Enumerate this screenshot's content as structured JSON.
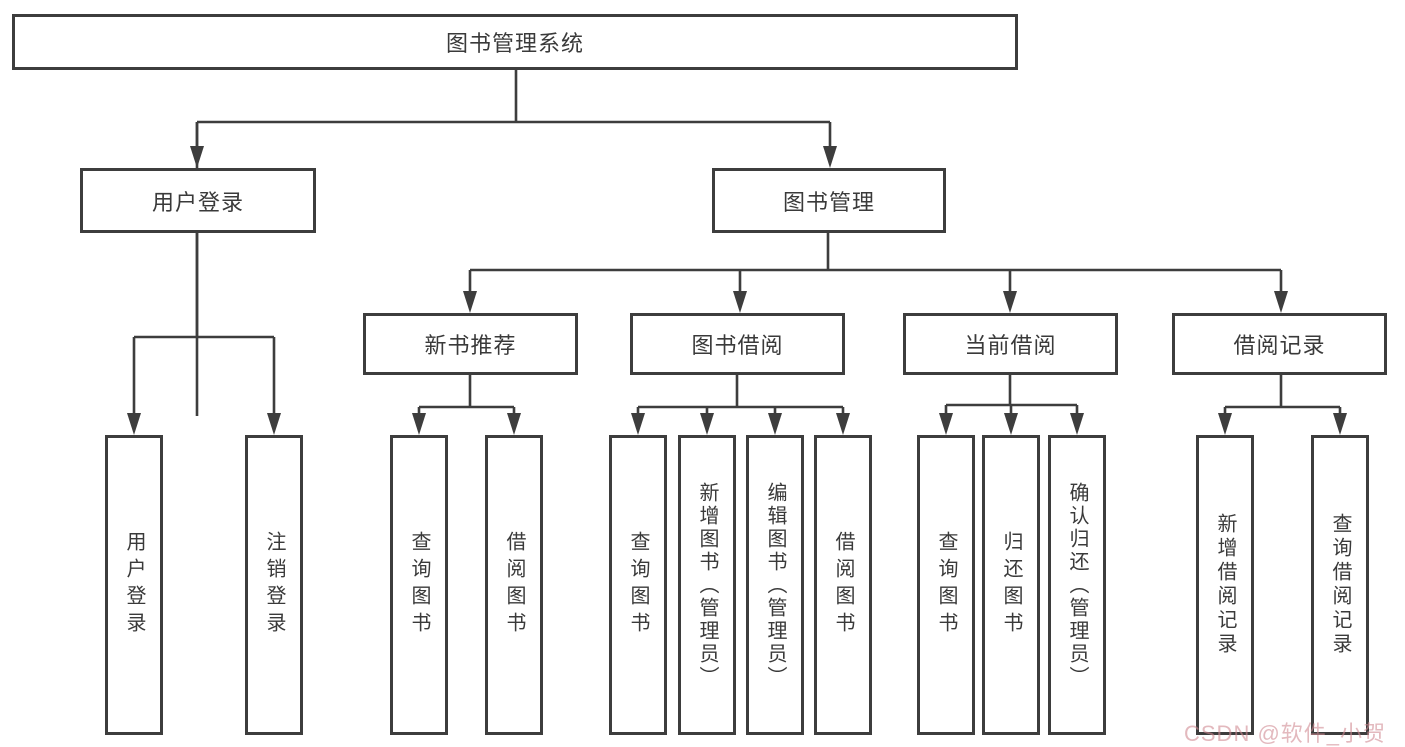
{
  "diagram": {
    "title": "图书管理系统",
    "root": {
      "label": "图书管理系统"
    },
    "level2": [
      {
        "id": "user-login",
        "label": "用户登录"
      },
      {
        "id": "book-management",
        "label": "图书管理"
      }
    ],
    "categories": [
      {
        "id": "new-book-recommend",
        "label": "新书推荐"
      },
      {
        "id": "book-borrow",
        "label": "图书借阅"
      },
      {
        "id": "current-borrow",
        "label": "当前借阅"
      },
      {
        "id": "borrow-records",
        "label": "借阅记录"
      }
    ],
    "leaves": [
      {
        "id": "user-login-leaf",
        "parent": "用户登录",
        "label": "用户登录"
      },
      {
        "id": "logout",
        "parent": "用户登录",
        "label": "注销登录"
      },
      {
        "id": "query-book-recommend",
        "parent": "新书推荐",
        "label": "查询图书"
      },
      {
        "id": "borrow-book-recommend",
        "parent": "新书推荐",
        "label": "借阅图书"
      },
      {
        "id": "query-book-borrow",
        "parent": "图书借阅",
        "label": "查询图书"
      },
      {
        "id": "add-book-admin",
        "parent": "图书借阅",
        "label": "新增图书（管理员）"
      },
      {
        "id": "edit-book-admin",
        "parent": "图书借阅",
        "label": "编辑图书（管理员）"
      },
      {
        "id": "borrow-book",
        "parent": "图书借阅",
        "label": "借阅图书"
      },
      {
        "id": "query-book-current",
        "parent": "当前借阅",
        "label": "查询图书"
      },
      {
        "id": "return-book",
        "parent": "当前借阅",
        "label": "归还图书"
      },
      {
        "id": "confirm-return-admin",
        "parent": "当前借阅",
        "label": "确认归还（管理员）"
      },
      {
        "id": "add-borrow-record",
        "parent": "借阅记录",
        "label": "新增借阅记录"
      },
      {
        "id": "query-borrow-record",
        "parent": "借阅记录",
        "label": "查询借阅记录"
      }
    ],
    "watermark": "CSDN @软件_小贺同学",
    "colors": {
      "line": "#3d3d3d",
      "box_border": "#3d3d3d",
      "text": "#3a3a3a",
      "background": "#ffffff",
      "watermark": "#d08a92"
    }
  }
}
